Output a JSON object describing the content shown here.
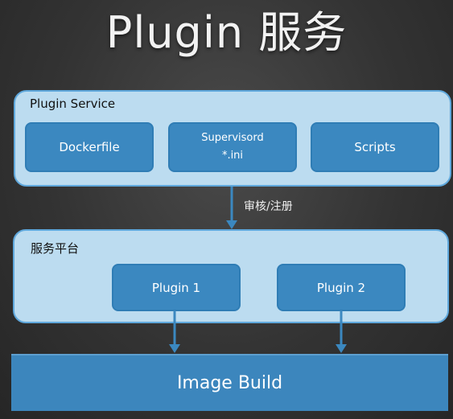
{
  "title": "Plugin 服务",
  "plugin_service": {
    "label": "Plugin Service",
    "dockerfile": "Dockerfile",
    "supervisord": "Supervisord",
    "ini": "*.ini",
    "scripts": "Scripts"
  },
  "review_label": "审核/注册",
  "platform": {
    "label": "服务平台",
    "plugin1": "Plugin 1",
    "plugin2": "Plugin 2"
  },
  "image_build": "Image Build",
  "colors": {
    "container_fill": "#bcdcf0",
    "container_border": "#5fa8dc",
    "box_fill": "#3b88c0",
    "arrow": "#3b88c0"
  }
}
